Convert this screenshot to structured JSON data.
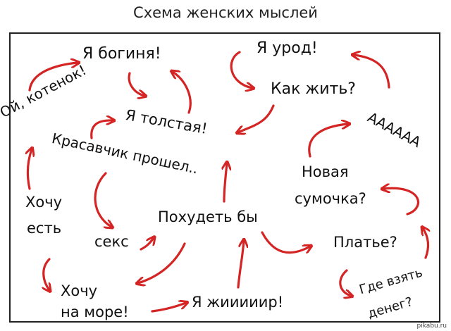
{
  "title": "Схема женских мыслей",
  "nodes": {
    "goddess": "Я богиня!",
    "ugly": "Я урод!",
    "kitten": "Ой, котенок!",
    "how_to_live": "Как жить?",
    "fat": "Я толстая!",
    "aaa": "АААААА",
    "handsome": "Красавчик прошел..",
    "new_bag_1": "Новая",
    "new_bag_2": "сумочка?",
    "want_eat_1": "Хочу",
    "want_eat_2": "есть",
    "lose_weight": "Похудеть бы",
    "sex": "секс",
    "dress": "Платье?",
    "want_sea_1": "Хочу",
    "want_sea_2": "на море!",
    "fat_me": "Я жииииир!",
    "money_1": "Где взять",
    "money_2": "денег?"
  },
  "watermark": "pikabu.ru",
  "colors": {
    "arrow": "#d42424",
    "text": "#111111",
    "frame": "#222222"
  }
}
